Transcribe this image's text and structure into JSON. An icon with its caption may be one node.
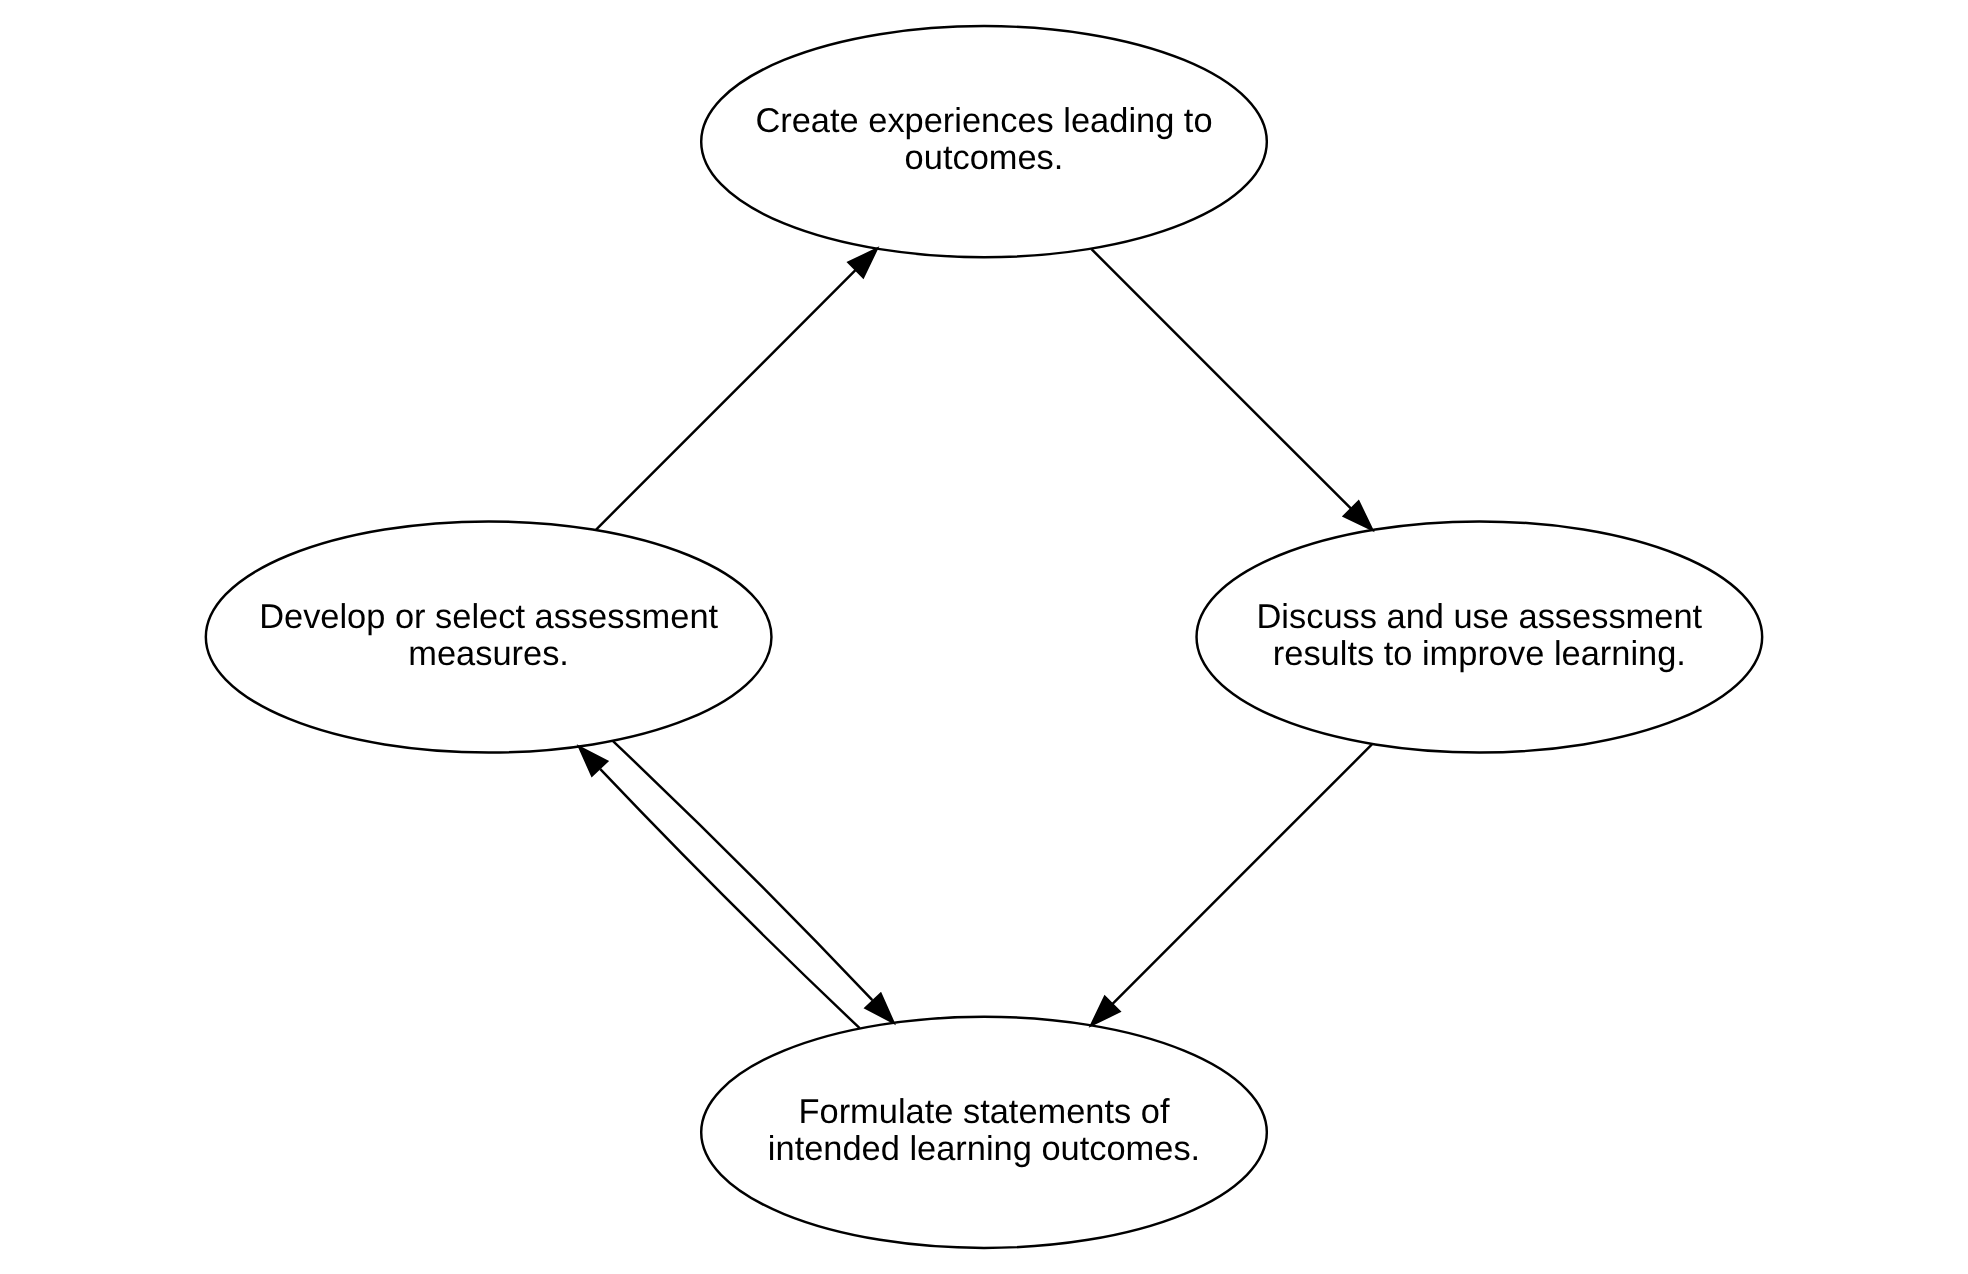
{
  "diagram": {
    "nodes": [
      {
        "text": [
          "Formulate statements of intended learning outcomes."
        ]
      },
      {
        "text": [
          "Develop or select assessment measures."
        ]
      },
      {
        "text": [
          "Create experiences leading to outcomes."
        ]
      },
      {
        "text": [
          "Discuss and use assessment results to improve learning."
        ]
      }
    ],
    "edges": [
      {
        "from": 0,
        "to": 1,
        "arrow": "to"
      },
      {
        "from": 1,
        "to": 0,
        "arrow": "to"
      },
      {
        "from": 1,
        "to": 2,
        "arrow": "to"
      },
      {
        "from": 2,
        "to": 3,
        "arrow": "to"
      },
      {
        "from": 3,
        "to": 0,
        "arrow": "to"
      }
    ]
  }
}
